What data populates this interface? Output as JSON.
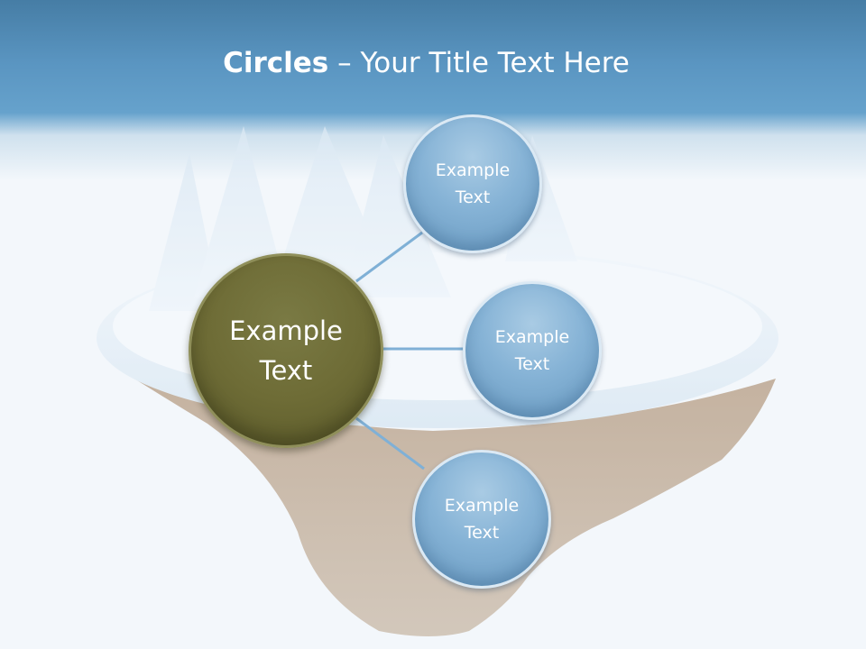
{
  "title": {
    "bold": "Circles",
    "rest": " – Your Title Text Here"
  },
  "diagram": {
    "center": {
      "label": "Example\nText"
    },
    "satellites": [
      {
        "label": "Example\nText"
      },
      {
        "label": "Example\nText"
      },
      {
        "label": "Example\nText"
      }
    ]
  },
  "colors": {
    "header": "#5a95c1",
    "center_circle": "#6e6c36",
    "satellite_circle": "#86b3d6",
    "connector": "#7fb0d6"
  }
}
